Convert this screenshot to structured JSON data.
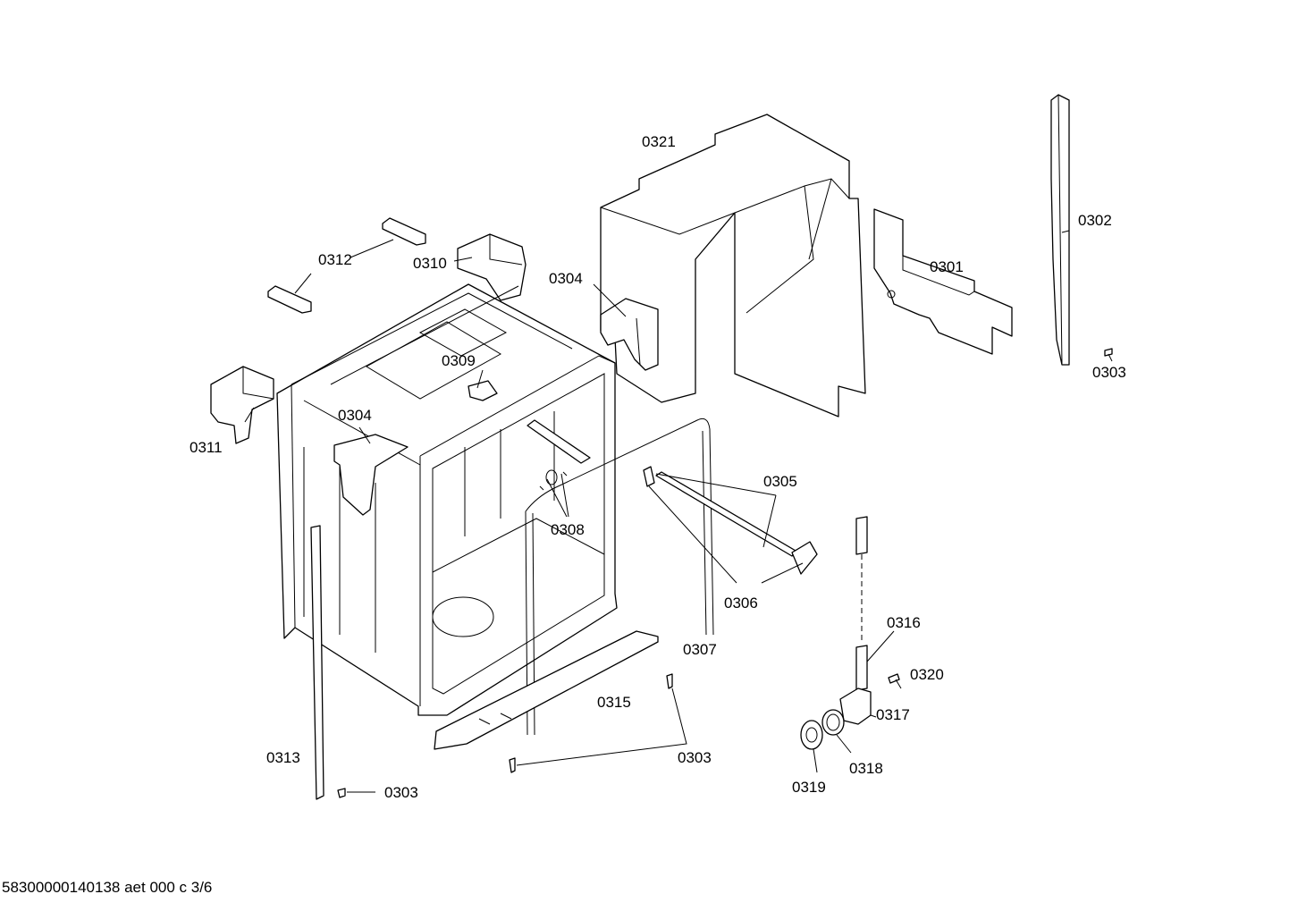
{
  "labels": {
    "l0321": "0321",
    "l0302": "0302",
    "l0301": "0301",
    "l0303a": "0303",
    "l0304a": "0304",
    "l0312": "0312",
    "l0310": "0310",
    "l0309": "0309",
    "l0304b": "0304",
    "l0311": "0311",
    "l0305": "0305",
    "l0308": "0308",
    "l0306": "0306",
    "l0307": "0307",
    "l0316": "0316",
    "l0320": "0320",
    "l0317": "0317",
    "l0315": "0315",
    "l0303b": "0303",
    "l0318": "0318",
    "l0313": "0313",
    "l0319": "0319",
    "l0303c": "0303"
  },
  "footer": {
    "text": "58300000140138 aet 000 c 3/6"
  }
}
